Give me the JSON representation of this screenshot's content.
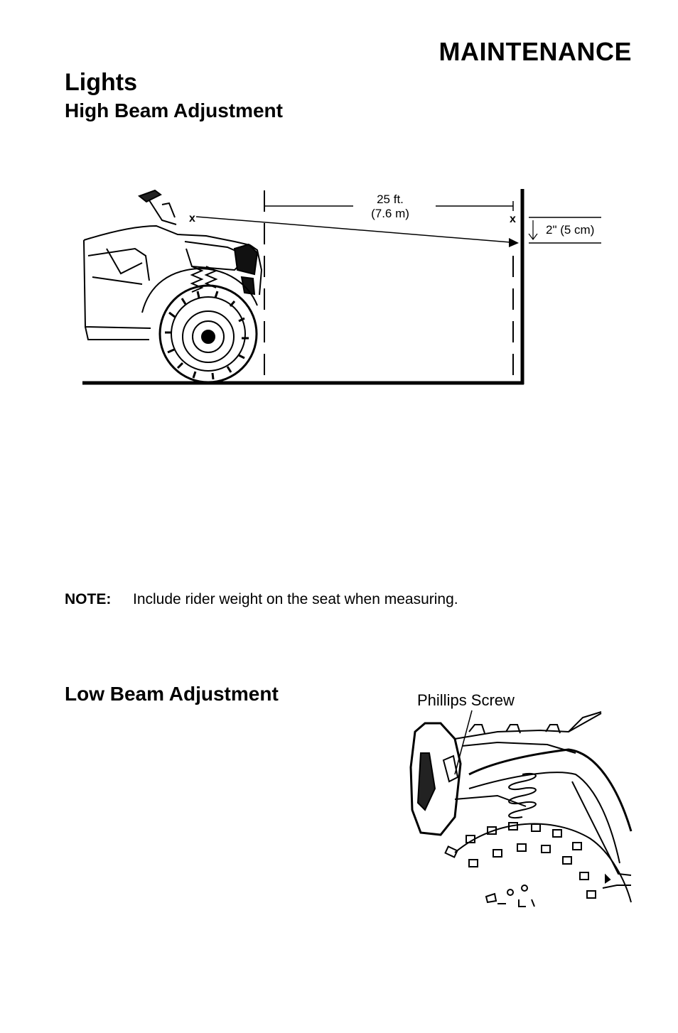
{
  "header": {
    "section": "MAINTENANCE"
  },
  "lights": {
    "title": "Lights",
    "high_beam": {
      "title": "High Beam Adjustment",
      "diagram": {
        "distance_ft": "25 ft.",
        "distance_m": "(7.6 m)",
        "drop": "2\" (5 cm)",
        "marker": "x"
      }
    },
    "note": {
      "label": "NOTE:",
      "text": "Include rider weight on the seat when measuring."
    },
    "low_beam": {
      "title": "Low Beam Adjustment",
      "callout": "Phillips Screw"
    }
  }
}
